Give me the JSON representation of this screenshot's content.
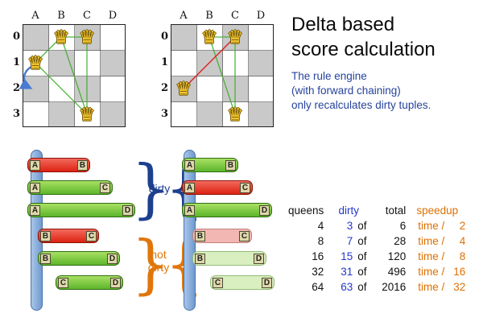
{
  "title": {
    "line1": "Delta based",
    "line2": "score calculation"
  },
  "subtitle": {
    "line1": "The rule engine",
    "line2": "(with forward chaining)",
    "line3": "only recalculates dirty tuples."
  },
  "boards": {
    "before": {
      "columns": [
        "A",
        "B",
        "C",
        "D"
      ],
      "rows": [
        "0",
        "1",
        "2",
        "3"
      ],
      "queen_symbol": "♛",
      "queens": [
        "B0",
        "C0",
        "A1",
        "C3"
      ],
      "move": {
        "from": "A1",
        "to": "A2"
      }
    },
    "after": {
      "columns": [
        "A",
        "B",
        "C",
        "D"
      ],
      "rows": [
        "0",
        "1",
        "2",
        "3"
      ],
      "queen_symbol": "♛",
      "queens": [
        "B0",
        "C0",
        "A2",
        "C3"
      ]
    }
  },
  "tuples": {
    "before": [
      {
        "left": "A",
        "right": "B",
        "state": "red"
      },
      {
        "left": "A",
        "right": "C",
        "state": "green"
      },
      {
        "left": "A",
        "right": "D",
        "state": "green"
      },
      {
        "left": "B",
        "right": "C",
        "state": "red"
      },
      {
        "left": "B",
        "right": "D",
        "state": "green"
      },
      {
        "left": "C",
        "right": "D",
        "state": "green"
      }
    ],
    "after": [
      {
        "left": "A",
        "right": "B",
        "state": "green"
      },
      {
        "left": "A",
        "right": "C",
        "state": "red"
      },
      {
        "left": "A",
        "right": "D",
        "state": "green"
      },
      {
        "left": "B",
        "right": "C",
        "state": "pale-red"
      },
      {
        "left": "B",
        "right": "D",
        "state": "pale-green"
      },
      {
        "left": "C",
        "right": "D",
        "state": "pale-green"
      }
    ]
  },
  "groups": {
    "dirty_label": "dirty",
    "not_dirty_line1": "not",
    "not_dirty_line2": "dirty"
  },
  "table": {
    "headers": {
      "queens": "queens",
      "dirty": "dirty",
      "total": "total",
      "speedup": "speedup"
    },
    "rows": [
      {
        "queens": "4",
        "dirty": "3",
        "of": "of",
        "total": "6",
        "speedup_label": "time /",
        "speedup_value": "2"
      },
      {
        "queens": "8",
        "dirty": "7",
        "of": "of",
        "total": "28",
        "speedup_label": "time /",
        "speedup_value": "4"
      },
      {
        "queens": "16",
        "dirty": "15",
        "of": "of",
        "total": "120",
        "speedup_label": "time /",
        "speedup_value": "8"
      },
      {
        "queens": "32",
        "dirty": "31",
        "of": "of",
        "total": "496",
        "speedup_label": "time /",
        "speedup_value": "16"
      },
      {
        "queens": "64",
        "dirty": "63",
        "of": "of",
        "total": "2016",
        "speedup_label": "time /",
        "speedup_value": "32"
      }
    ]
  },
  "colors": {
    "accent_blue": "#1d3f8f",
    "accent_orange": "#e0760a",
    "dirty_text_blue": "#2438c8",
    "speedup_orange": "#dd7000",
    "tuple_red": "#dd2211",
    "tuple_green": "#5cb52a",
    "tuple_pale_red": "#f2b7b2",
    "tuple_pale_green": "#d9efbf",
    "board_dark_cell": "#c9c9c9",
    "queen_gold": "#f4c630",
    "conflict_line_green": "#3fae2a",
    "conflict_line_red": "#e02020",
    "move_arrow_blue": "#4a7bd0"
  }
}
